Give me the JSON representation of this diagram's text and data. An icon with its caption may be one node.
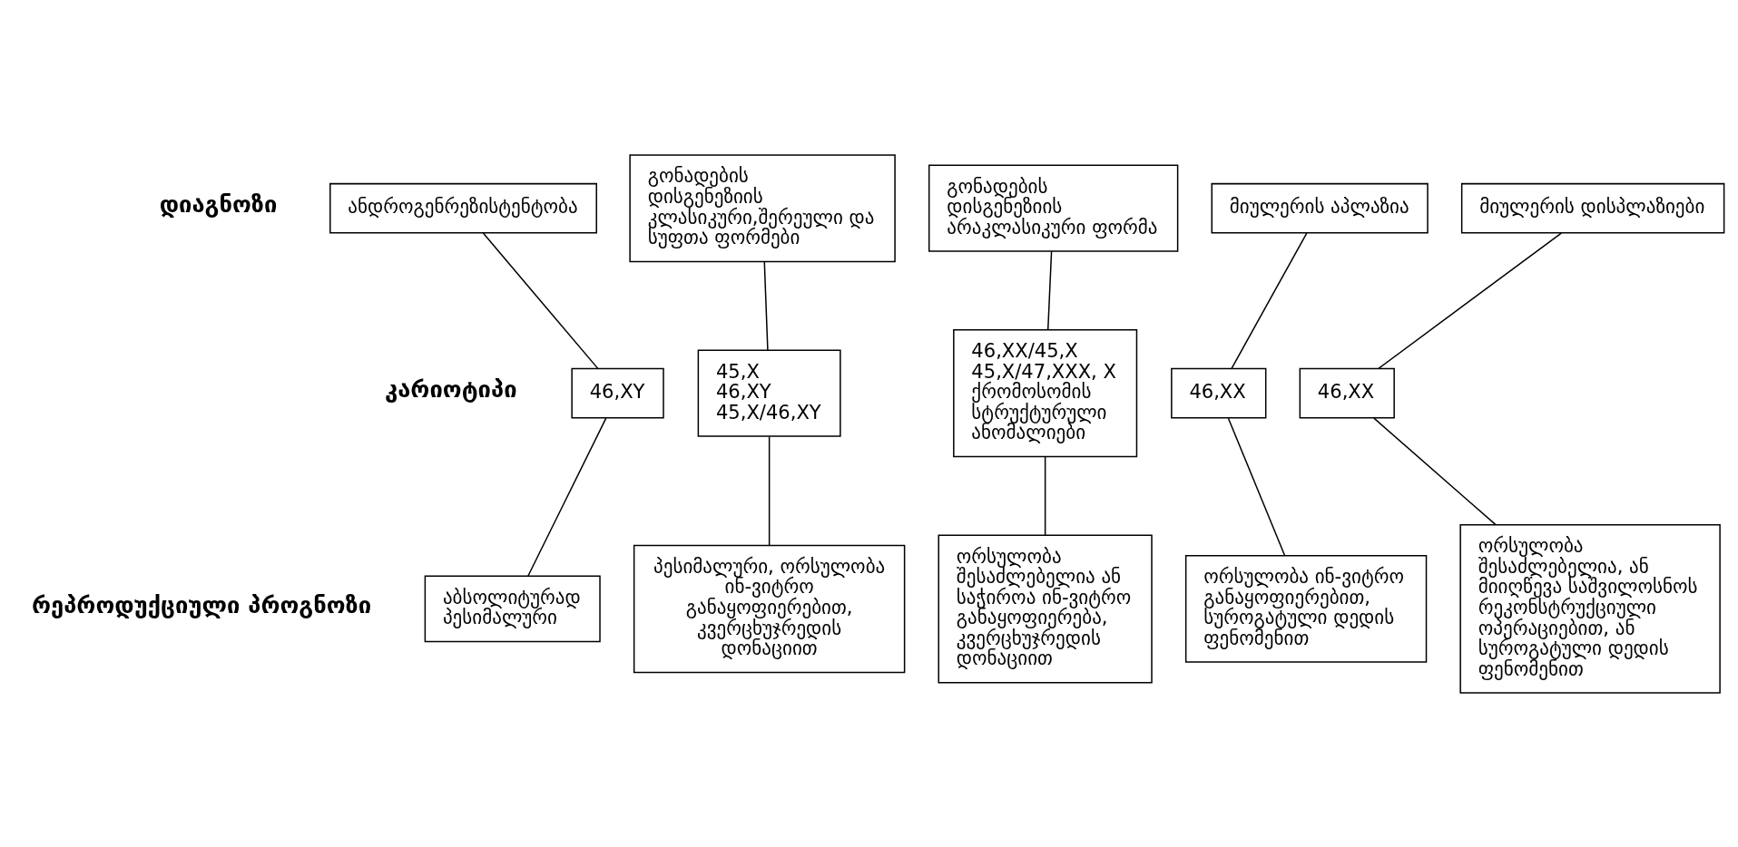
{
  "diagram": {
    "nodes": [
      {
        "text": [
          "ანდროგენრეზისტენტობა"
        ]
      },
      {
        "text": [
          "გონადების დისგენეზიის კლასიკური,შერეული და სუფთა ფორმები"
        ]
      },
      {
        "text": [
          "გონადების დისგენეზიის არაკლასიკური ფორმა"
        ]
      },
      {
        "text": [
          "მიულერის აპლაზია"
        ]
      },
      {
        "text": [
          "მიულერის დისპლაზიები"
        ]
      },
      {
        "text": [
          "46,XY"
        ]
      },
      {
        "text": [
          "45,X 46,XY 45,X/46,XY"
        ]
      },
      {
        "text": [
          "46,XX/45,X 45,X/47,XXX, X ქრომოსომის სტრუქტურული ანომალიები"
        ]
      },
      {
        "text": [
          "46,XX"
        ]
      },
      {
        "text": [
          "46,XX"
        ]
      },
      {
        "text": [
          "აბსოლიტურად პესიმალური"
        ]
      },
      {
        "text": [
          "პესიმალური, ორსულობა ინ-ვიტრო განაყოფიერებით, კვერცხუჯრედის დონაციით"
        ]
      },
      {
        "text": [
          "ორსულობა შესაძლებელია ან საჭიროა ინ-ვიტრო განაყოფიერება, კვერცხუჯრედის დონაციით"
        ]
      },
      {
        "text": [
          "ორსულობა ინ-ვიტრო განაყოფიერებით, სუროგატული დედის ფენომენით"
        ]
      },
      {
        "text": [
          "ორსულობა შესაძლებელია, ან მიიღწევა საშვილოსნოს რეკონსტრუქციული ოპერაციებით, ან სუროგატული დედის ფენომენით"
        ]
      }
    ],
    "edges": [
      {
        "from": 0,
        "to": 5,
        "arrow": "none"
      },
      {
        "from": 1,
        "to": 6,
        "arrow": "none"
      },
      {
        "from": 2,
        "to": 7,
        "arrow": "none"
      },
      {
        "from": 3,
        "to": 8,
        "arrow": "none"
      },
      {
        "from": 4,
        "to": 9,
        "arrow": "none"
      },
      {
        "from": 5,
        "to": 10,
        "arrow": "none"
      },
      {
        "from": 6,
        "to": 11,
        "arrow": "none"
      },
      {
        "from": 7,
        "to": 12,
        "arrow": "none"
      },
      {
        "from": 8,
        "to": 13,
        "arrow": "none"
      },
      {
        "from": 9,
        "to": 14,
        "arrow": "none"
      }
    ],
    "labels": [
      "დიაგნოზი",
      "კარიოტიპი",
      "რეპროდუქციული პროგნოზი"
    ]
  }
}
